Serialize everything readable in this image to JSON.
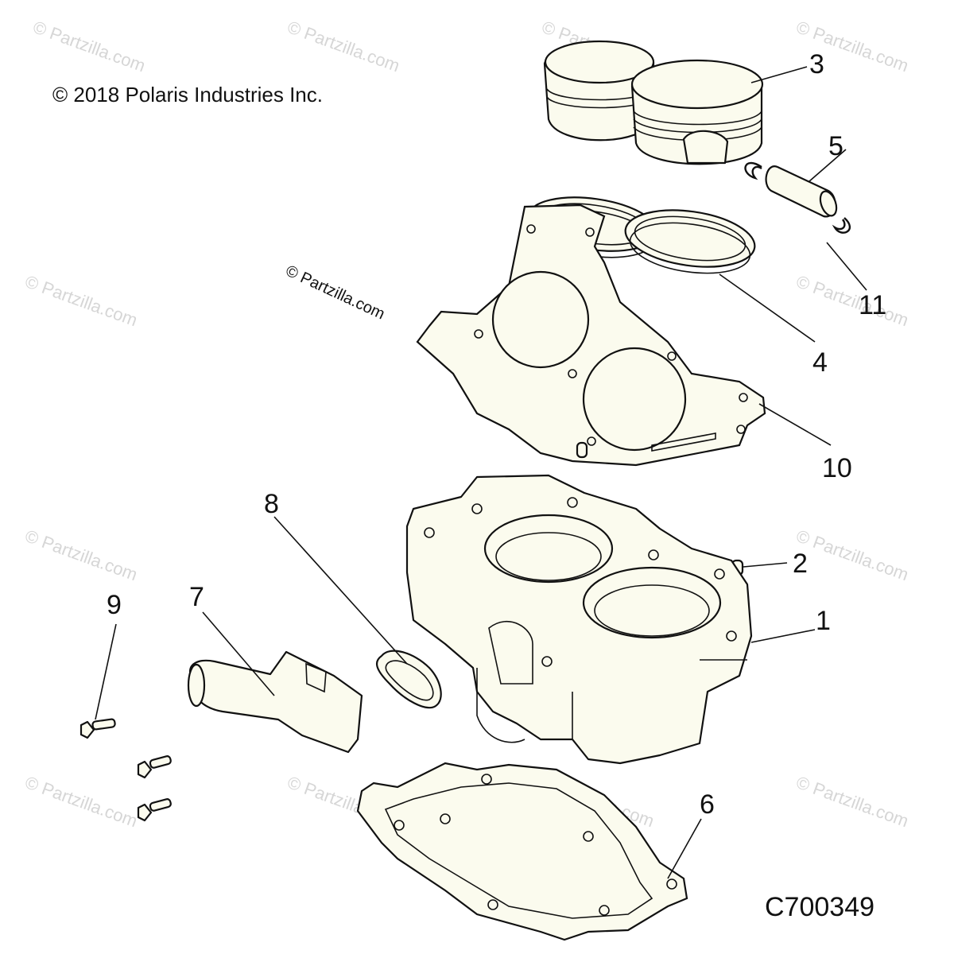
{
  "diagram": {
    "copyright": "© 2018 Polaris Industries Inc.",
    "drawing_id": "C700349",
    "watermark_main": "© Partzilla.com",
    "watermark_repeat": "© Partzilla.com",
    "callouts": [
      {
        "id": "callout-1",
        "label": "1"
      },
      {
        "id": "callout-2",
        "label": "2"
      },
      {
        "id": "callout-3",
        "label": "3"
      },
      {
        "id": "callout-4",
        "label": "4"
      },
      {
        "id": "callout-5",
        "label": "5"
      },
      {
        "id": "callout-6",
        "label": "6"
      },
      {
        "id": "callout-7",
        "label": "7"
      },
      {
        "id": "callout-8",
        "label": "8"
      },
      {
        "id": "callout-9",
        "label": "9"
      },
      {
        "id": "callout-10",
        "label": "10"
      },
      {
        "id": "callout-11",
        "label": "11"
      }
    ]
  },
  "colors": {
    "part_fill": "#fbfbee",
    "line": "#111111",
    "watermark": "#d6d6d6"
  }
}
